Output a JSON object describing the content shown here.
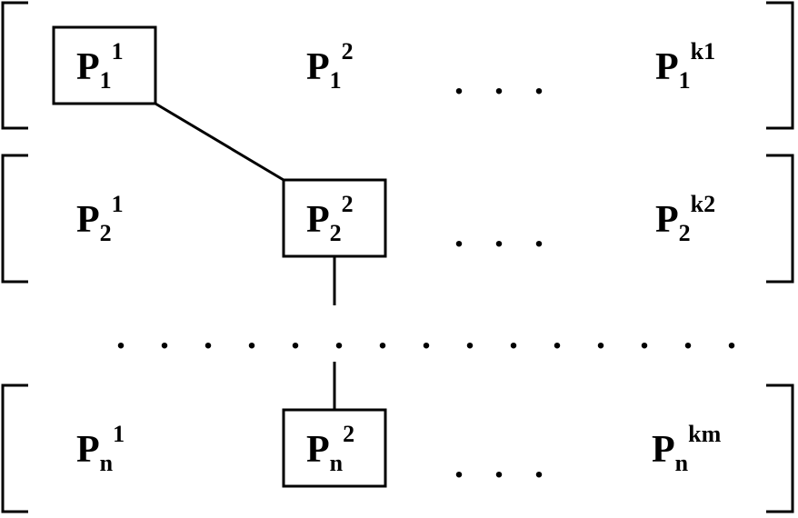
{
  "rows": [
    {
      "terms": [
        {
          "base": "P",
          "sub": "1",
          "sup": "1",
          "boxed": true
        },
        {
          "base": "P",
          "sub": "1",
          "sup": "2",
          "boxed": false
        },
        {
          "base": "P",
          "sub": "1",
          "sup": "k1",
          "boxed": false
        }
      ],
      "ellipsis": ". . ."
    },
    {
      "terms": [
        {
          "base": "P",
          "sub": "2",
          "sup": "1",
          "boxed": false
        },
        {
          "base": "P",
          "sub": "2",
          "sup": "2",
          "boxed": true
        },
        {
          "base": "P",
          "sub": "2",
          "sup": "k2",
          "boxed": false
        }
      ],
      "ellipsis": ". . ."
    },
    {
      "terms": [
        {
          "base": "P",
          "sub": "n",
          "sup": "1",
          "boxed": false
        },
        {
          "base": "P",
          "sub": "n",
          "sup": "2",
          "boxed": true
        },
        {
          "base": "P",
          "sub": "n",
          "sup": "km",
          "boxed": false
        }
      ],
      "ellipsis": ". . ."
    }
  ],
  "middle_ellipsis": ". . . . . . . . . . . . . . ."
}
